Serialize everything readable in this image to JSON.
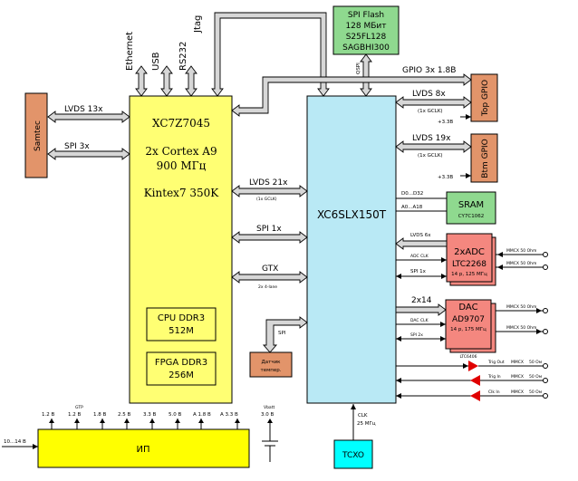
{
  "blocks": {
    "samtec": "Samtec",
    "zynq": {
      "name": "XC7Z7045",
      "cpu": "2x Cortex A9",
      "freq": "900 МГц",
      "fpga": "Kintex7 350K"
    },
    "cpu_ddr3": {
      "name": "CPU DDR3",
      "size": "512M"
    },
    "fpga_ddr3": {
      "name": "FPGA DDR3",
      "size": "256M"
    },
    "spartan": "XC6SLX150T",
    "spi_flash": {
      "l1": "SPI Flash",
      "l2": "128 МБит",
      "l3": "S25FL128",
      "l4": "SAGBHI300"
    },
    "top_gpio": "Top GPIO",
    "btm_gpio": "Btm GPIO",
    "sram": {
      "name": "SRAM",
      "part": "CY7C1062"
    },
    "adc": {
      "name": "2xADC",
      "part": "LTC2268",
      "spec": "14 р, 125 МГц"
    },
    "dac": {
      "name": "DAC",
      "part": "AD9707",
      "spec": "14 р, 175 МГц"
    },
    "ltc": "LTC6406",
    "sensor": {
      "l1": "Датчик",
      "l2": "темпер."
    },
    "psu": "ИП",
    "tcxo": "TCXO"
  },
  "links": {
    "ethernet": "Ethernet",
    "usb": "USB",
    "rs232": "RS232",
    "jtag": "Jtag",
    "qspi": "QSPI",
    "lvds13": "LVDS 13x",
    "spi3": "SPI 3x",
    "gpio3": "GPIO 3x 1.8B",
    "lvds8": "LVDS 8x",
    "gclk1": "(1x GCLK)",
    "v33a": "+3.3B",
    "lvds19": "LVDS 19x",
    "gclk2": "(1x GCLK)",
    "v33b": "+3.3B",
    "lvds21": "LVDS 21x",
    "gclk3": "(1x GCLK)",
    "spi1": "SPI 1x",
    "gtx": "GTX",
    "lane": "2x 4-lane",
    "spi_temp": "SPI",
    "d0d32": "D0...D32",
    "a0a18": "A0...A18",
    "lvds6": "LVDS 6x",
    "adc_clk": "ADC CLK",
    "spi1b": "SPI 1x",
    "bus14": "2x14",
    "dac_clk": "DAC CLK",
    "spi2": "SPI 2x",
    "mmcx1": "MMCX 50 Ohm",
    "mmcx2": "MMCX 50 Ohm",
    "mmcx3": "MMCX 50 Ohm",
    "mmcx4": "MMCX 50 Ohm",
    "trig_out": "Trig Out",
    "trig_in": "Trig In",
    "clk_in": "Clk In",
    "mmcx5": "MMCX",
    "om5": "50 Ом",
    "mmcx6": "MMCX",
    "om6": "50 Ом",
    "mmcx7": "MMCX",
    "om7": "50 Ом",
    "clk": "CLK",
    "clk_freq": "25 МГц",
    "vin": "10...14 B"
  },
  "rails": [
    {
      "v": "1.2 B",
      "note": ""
    },
    {
      "v": "1.2 B",
      "note": "GTP"
    },
    {
      "v": "1.8 B",
      "note": ""
    },
    {
      "v": "2.5 B",
      "note": ""
    },
    {
      "v": "3.3 B",
      "note": ""
    },
    {
      "v": "5.0 B",
      "note": ""
    },
    {
      "v": "A 1.8 B",
      "note": ""
    },
    {
      "v": "A 3.3 B",
      "note": ""
    },
    {
      "v": "3.0 B",
      "note": "Vbatt"
    }
  ]
}
